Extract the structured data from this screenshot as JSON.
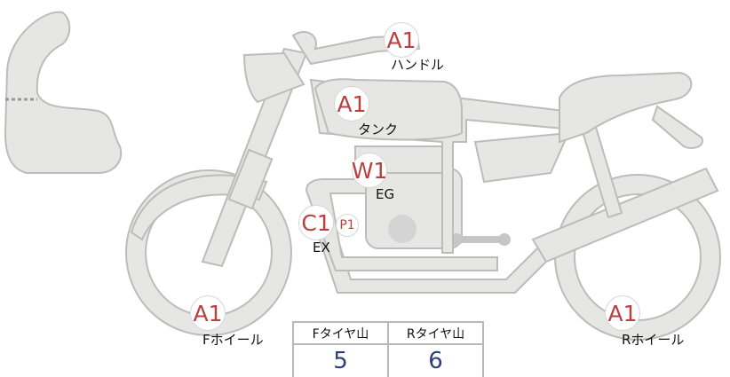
{
  "markers": {
    "handle": {
      "code": "A1",
      "label": "ハンドル"
    },
    "tank": {
      "code": "A1",
      "label": "タンク"
    },
    "engine": {
      "code": "W1",
      "label": "EG"
    },
    "exhaust": {
      "code": "C1",
      "sub": "P1",
      "label": "EX"
    },
    "front_wheel": {
      "code": "A1",
      "label": "Fホイール"
    },
    "rear_wheel": {
      "code": "A1",
      "label": "Rホイール"
    }
  },
  "tread_table": {
    "headers": [
      "Fタイヤ山",
      "Rタイヤ山"
    ],
    "values": [
      "5",
      "6"
    ]
  },
  "colors": {
    "marker_text": "#b8403e",
    "value_text": "#2f3f78",
    "part_fill": "#e6e6e4"
  }
}
